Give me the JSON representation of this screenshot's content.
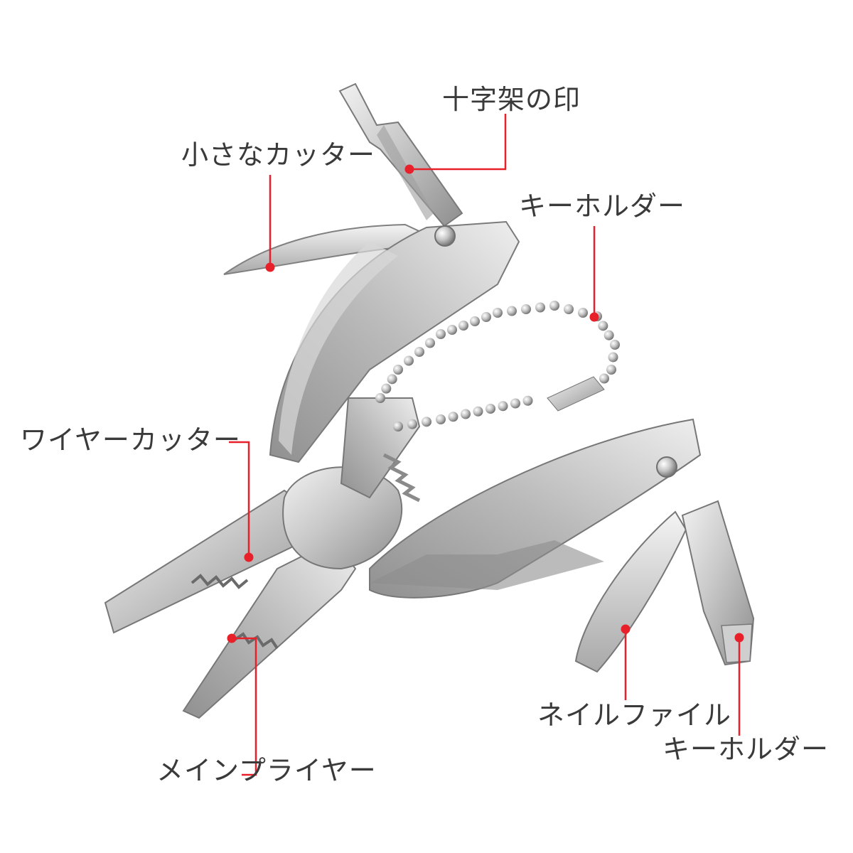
{
  "labels": {
    "cross_mark": "十字架の印",
    "small_cutter": "小さなカッター",
    "keyholder_top": "キーホルダー",
    "wire_cutter": "ワイヤーカッター",
    "nail_file": "ネイルファイル",
    "keyholder_bottom": "キーホルダー",
    "main_pliers": "メインプライヤー"
  },
  "colors": {
    "leader_line": "#e8202a",
    "label_text": "#3a3a3a",
    "background": "#ffffff",
    "metal_light": "#e6e6e6",
    "metal_mid": "#bdbdbd",
    "metal_dark": "#7d7d7d"
  }
}
